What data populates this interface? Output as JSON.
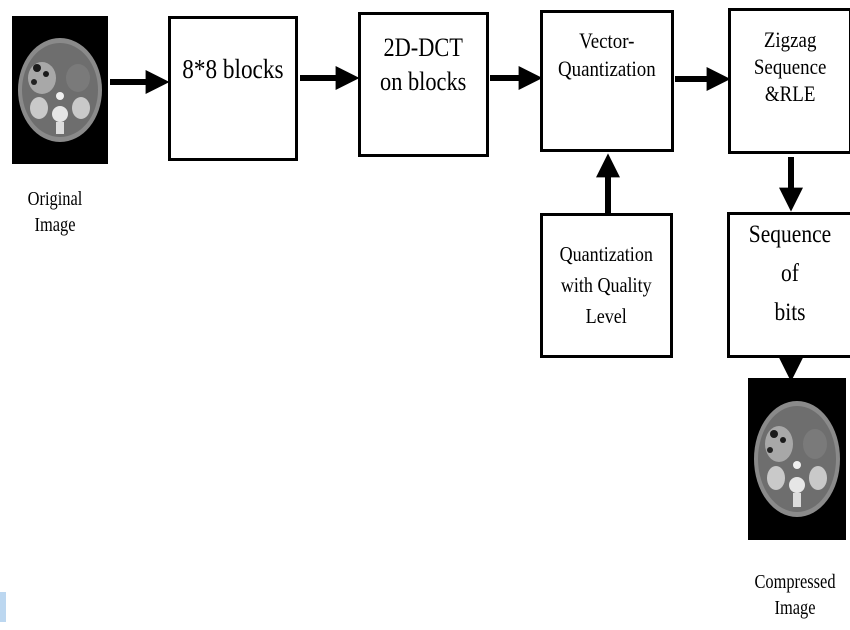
{
  "input": {
    "caption": "Original\nImage"
  },
  "output": {
    "caption": "Compressed\nImage"
  },
  "steps": {
    "blocks": "8*8 blocks",
    "dct": "2D-DCT\non blocks",
    "vq": "Vector-\nQuantization",
    "zigzag": "Zigzag\nSequence\n&RLE",
    "quality": "Quantization\nwith Quality\nLevel",
    "bits": "Sequence of\nbits"
  }
}
